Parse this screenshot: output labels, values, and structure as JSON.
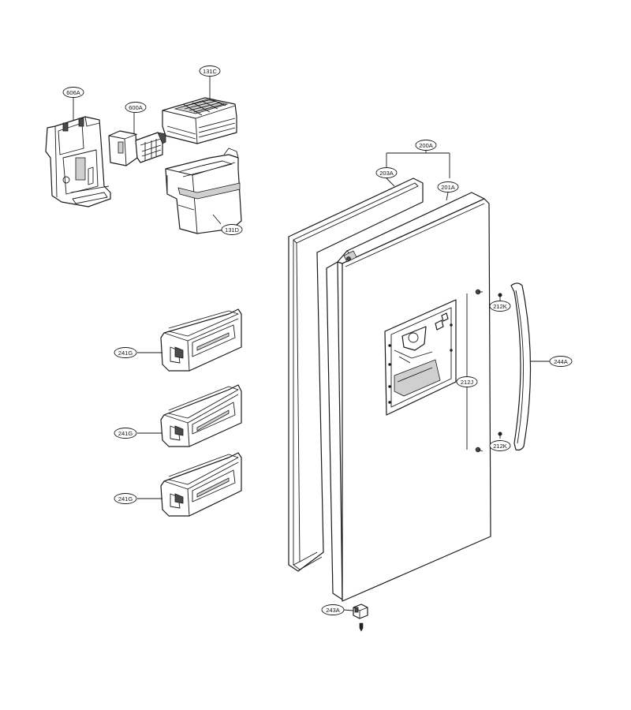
{
  "labels": {
    "l606A": "606A",
    "l600A": "600A",
    "l131C": "131C",
    "l131D": "131D",
    "l200A": "200A",
    "l203A": "203A",
    "l201A": "201A",
    "l212K_top": "212K",
    "l212K_bottom": "212K",
    "l244A": "244A",
    "l212J": "212J",
    "l241G_1": "241G",
    "l241G_2": "241G",
    "l241G_3": "241G",
    "l243A": "243A"
  }
}
